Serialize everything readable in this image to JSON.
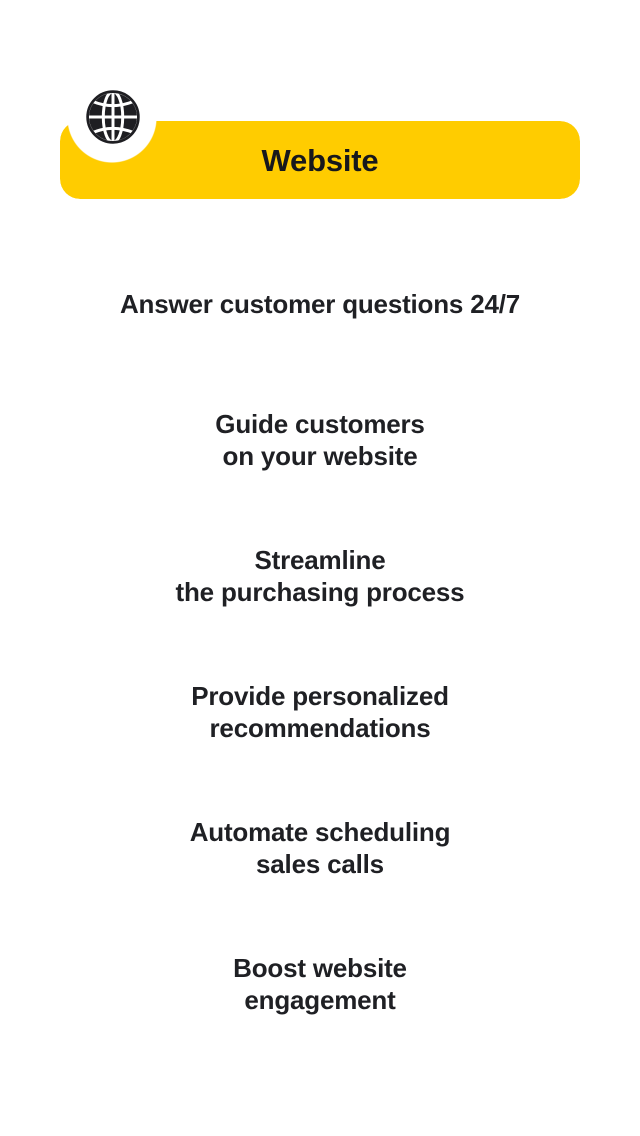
{
  "colors": {
    "accent": "#ffcc00",
    "text": "#1f2024",
    "title_text": "#17181c",
    "background": "#ffffff",
    "icon": "#1e1e22"
  },
  "header": {
    "icon_name": "globe-icon",
    "title": "Website"
  },
  "features": [
    {
      "id": "answer-customer-questions",
      "lines": [
        "Answer customer questions 24/7"
      ]
    },
    {
      "id": "guide-customers",
      "lines": [
        "Guide customers",
        "on your website"
      ]
    },
    {
      "id": "streamline-purchasing",
      "lines": [
        "Streamline",
        "the purchasing process"
      ]
    },
    {
      "id": "provide-recommendations",
      "lines": [
        "Provide personalized",
        "recommendations"
      ]
    },
    {
      "id": "automate-scheduling",
      "lines": [
        "Automate scheduling",
        "sales calls"
      ]
    },
    {
      "id": "boost-engagement",
      "lines": [
        "Boost website",
        "engagement"
      ]
    }
  ]
}
